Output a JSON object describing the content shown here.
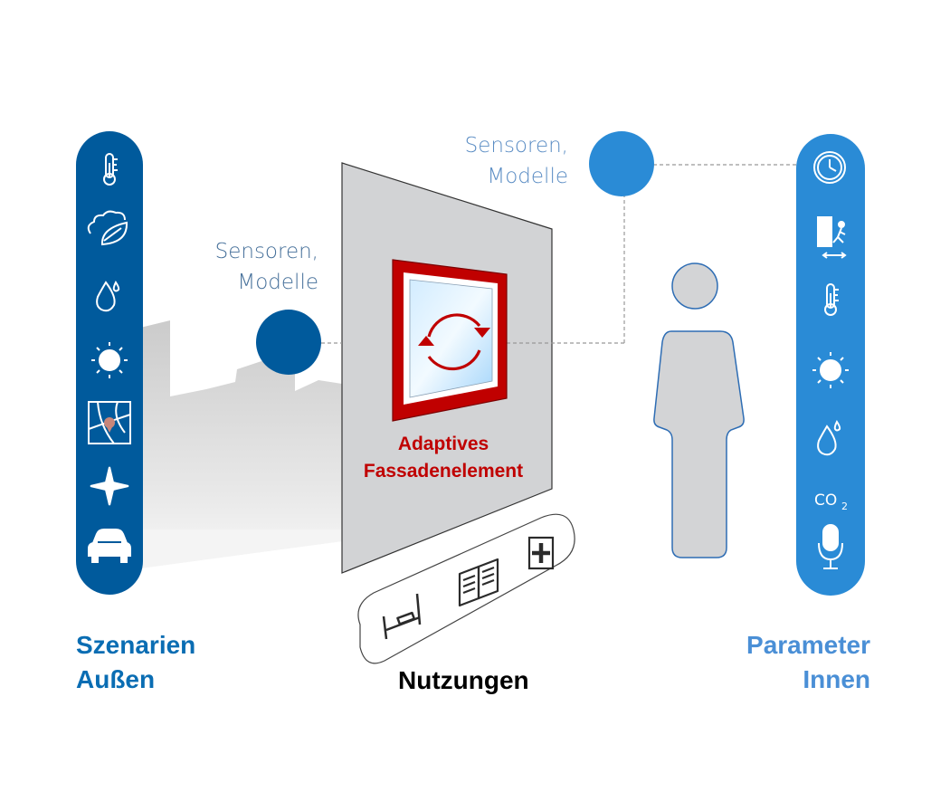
{
  "sensor_left": {
    "line1": "Sensoren,",
    "line2": "Modelle"
  },
  "sensor_right": {
    "line1": "Sensoren,",
    "line2": "Modelle"
  },
  "facade_element": {
    "line1": "Adaptives",
    "line2": "Fassadenelement"
  },
  "left_group": {
    "line1": "Szenarien",
    "line2": "Außen"
  },
  "right_group": {
    "line1": "Parameter",
    "line2": "Innen"
  },
  "usage_group": {
    "label": "Nutzungen"
  },
  "co2_icon": {
    "main": "CO",
    "sub": "2"
  },
  "outside_scenario_icons": [
    "thermometer-icon",
    "cloud-leaf-icon",
    "drop-icon",
    "sun-icon",
    "map-location-icon",
    "compass-rose-icon",
    "car-icon"
  ],
  "inside_parameter_icons": [
    "clock-icon",
    "door-person-icon",
    "thermometer-icon",
    "sun-icon",
    "drop-icon",
    "co2-icon",
    "microphone-icon"
  ],
  "usage_icons": [
    "bed-icon",
    "book-icon",
    "medical-cross-icon"
  ],
  "colors": {
    "outside_pill": "#005a9c",
    "inside_pill": "#2a8bd6",
    "outside_label": "#0a6db3",
    "inside_label": "#4a8fd6",
    "sensor_text_left": "#46709a",
    "sensor_text_right": "#5b8dc4",
    "facade_red": "#c00000",
    "facade_panel": "#d2d3d5",
    "person_fill": "#d3d4d6",
    "person_stroke": "#2e6db4"
  }
}
